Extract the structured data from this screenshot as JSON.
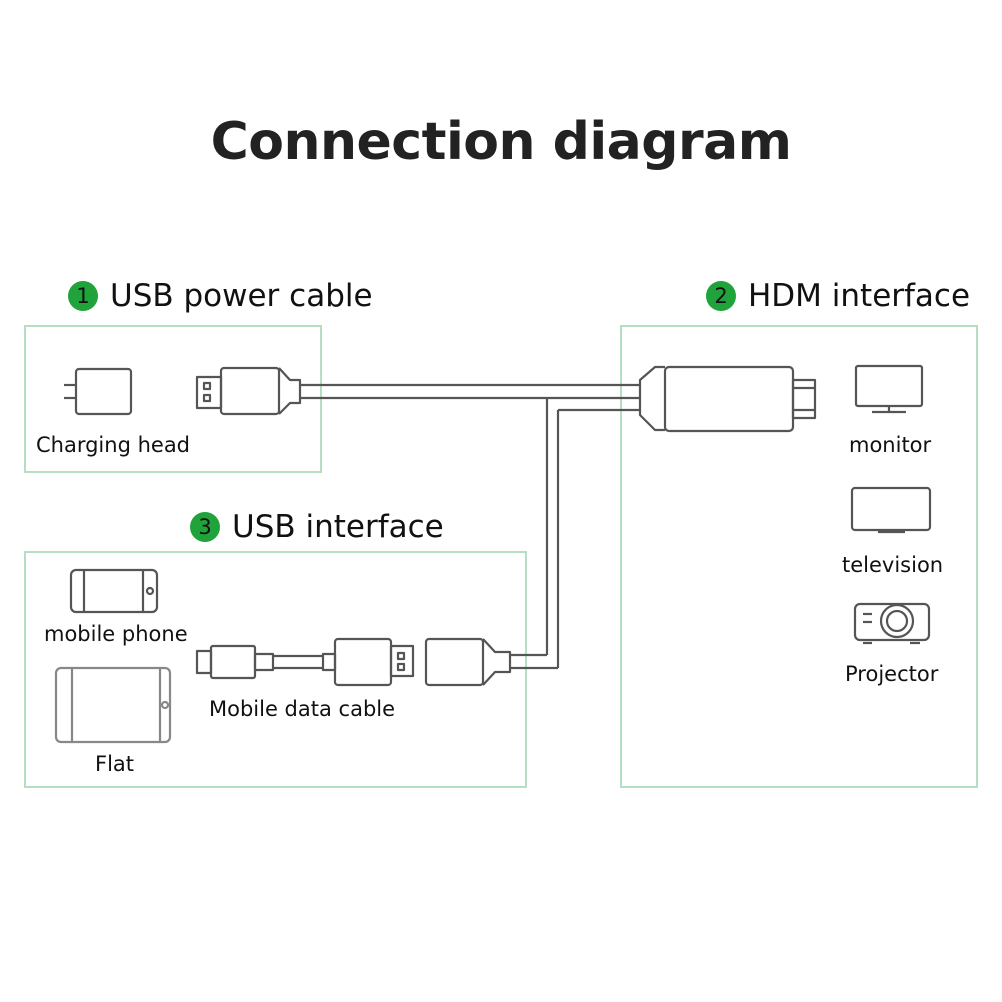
{
  "title": "Connection diagram",
  "accent_color": "#1fa33a",
  "box_border_color": "#b5dfc2",
  "sections": [
    {
      "number": "1",
      "heading": "USB power cable",
      "items": [
        {
          "label": "Charging head",
          "icon": "charger-icon"
        }
      ],
      "connector": "usb-a-plug-icon"
    },
    {
      "number": "2",
      "heading": "HDM interface",
      "items": [
        {
          "label": "monitor",
          "icon": "monitor-icon"
        },
        {
          "label": "television",
          "icon": "television-icon"
        },
        {
          "label": "Projector",
          "icon": "projector-icon"
        }
      ],
      "connector": "hdmi-plug-icon"
    },
    {
      "number": "3",
      "heading": "USB interface",
      "items": [
        {
          "label": "mobile phone",
          "icon": "phone-icon"
        },
        {
          "label": "Flat",
          "icon": "tablet-icon"
        },
        {
          "label": "Mobile data cable",
          "icon": "data-cable-icon"
        }
      ],
      "connector": "usb-a-female-icon"
    }
  ]
}
